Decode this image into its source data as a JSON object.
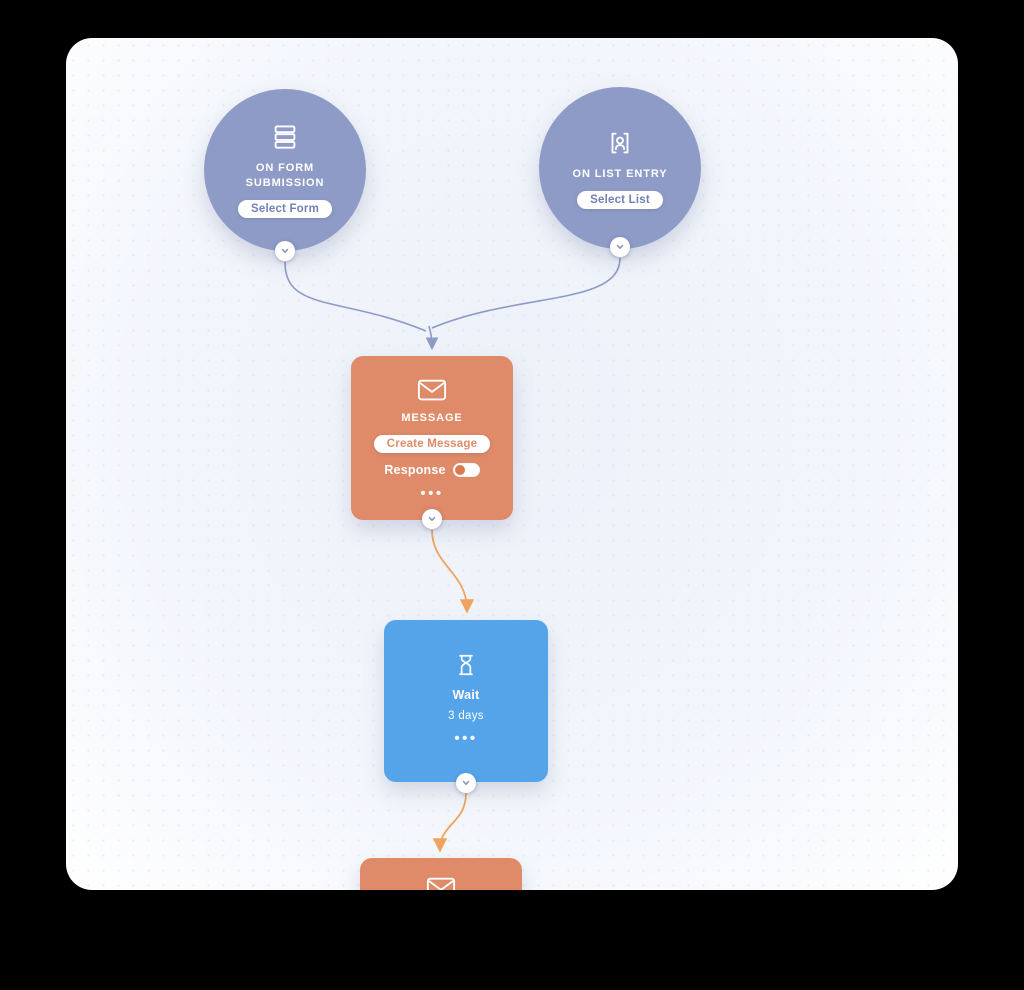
{
  "colors": {
    "stage-bg": "#000000",
    "card-center": "#edf1f9",
    "trigger": "#8e9bc7",
    "trigger-text": "#7280b5",
    "trigger-line": "#8e9bc7",
    "message": "#df8a68",
    "knob": "#d97a55",
    "wait": "#55a4e9",
    "flow-line": "#f0a35e",
    "port-chevron": "#8a93a8"
  },
  "icons": {
    "form_trigger": "form-lines-icon",
    "list_trigger": "contact-card-icon",
    "message": "envelope-icon",
    "wait": "hourglass-icon",
    "port": "chevron-down-icon"
  },
  "nodes": {
    "form_trigger": {
      "title": "ON FORM SUBMISSION",
      "button": "Select Form"
    },
    "list_trigger": {
      "title": "ON LIST ENTRY",
      "button": "Select List"
    },
    "message": {
      "title": "MESSAGE",
      "button": "Create Message",
      "toggle_label": "Response",
      "more": "•••"
    },
    "wait": {
      "title": "Wait",
      "duration": "3 days",
      "more": "•••"
    }
  }
}
